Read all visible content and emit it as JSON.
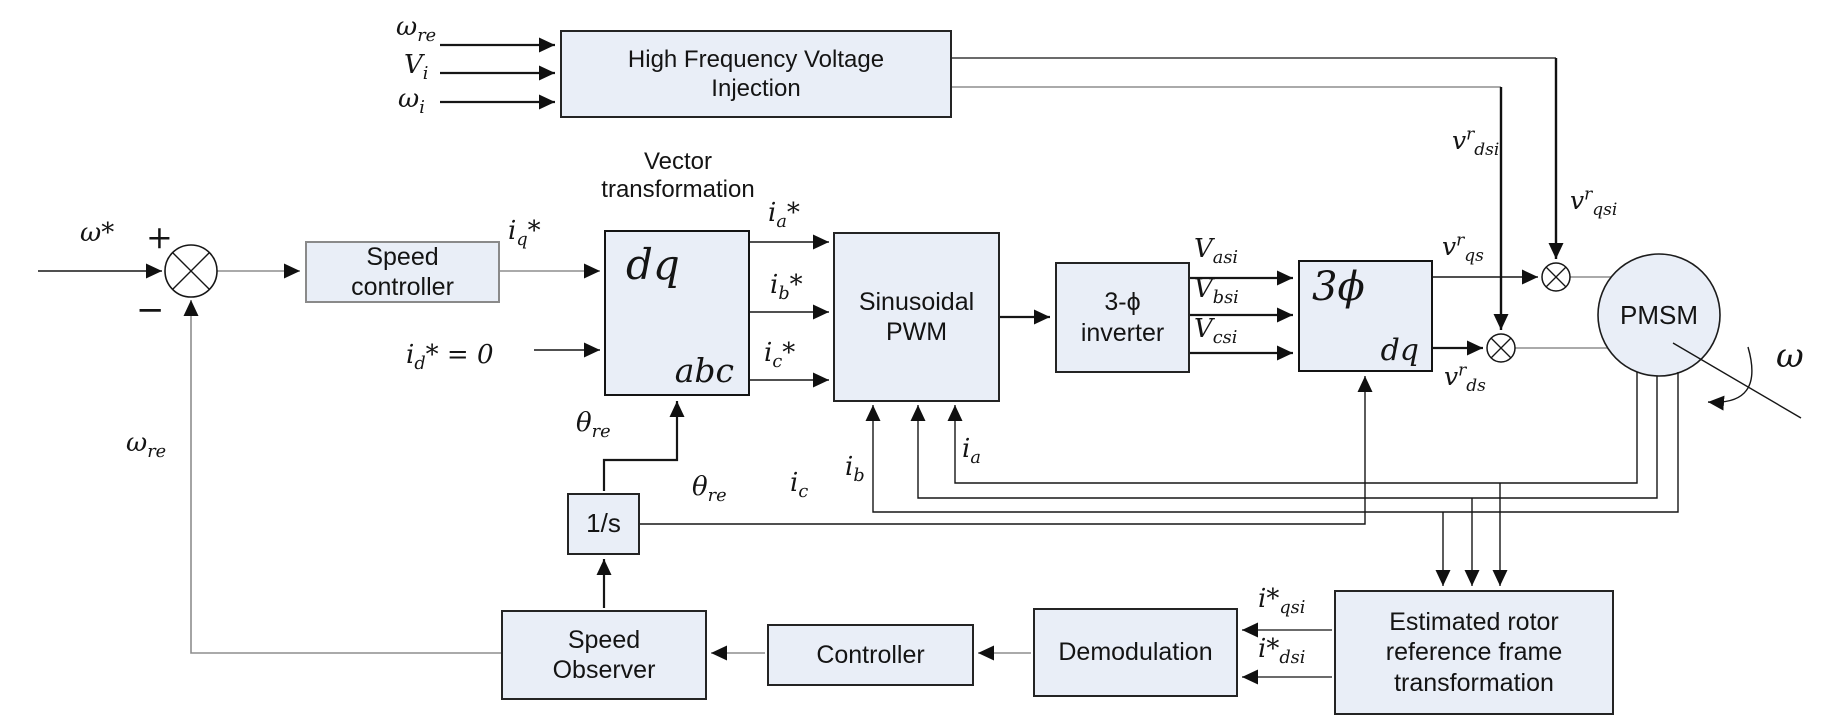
{
  "blocks": {
    "hfvi": "High Frequency Voltage Injection",
    "speed_controller": "Speed controller",
    "sin_pwm": "Sinusoidal PWM",
    "inverter": "3-ϕ inverter",
    "integrator": "1/s",
    "speed_observer": "Speed Observer",
    "controller": "Controller",
    "demodulation": "Demodulation",
    "estimator": "Estimated rotor reference frame transformation",
    "pmsm": "PMSM",
    "dq_abc": {
      "top": "dq",
      "bottom": "abc"
    },
    "abc_dq": {
      "top": "3ϕ",
      "bottom": "dq"
    }
  },
  "annotations": {
    "vector_transformation": "Vector transformation",
    "plus": "+",
    "minus": "−",
    "omega_shaft": "ω"
  },
  "signals": {
    "omega_star": {
      "pre": "ω*"
    },
    "omega_re_in": {
      "pre": "ω",
      "sub": "re"
    },
    "v_i": {
      "pre": "V",
      "sub": "i"
    },
    "omega_i": {
      "pre": "ω",
      "sub": "i"
    },
    "omega_re_fb": {
      "pre": "ω",
      "sub": "re"
    },
    "iq_star": {
      "pre": "i",
      "sub": "q",
      "post": "*"
    },
    "id_star": {
      "pre": "i",
      "sub": "d",
      "post": "* = 0"
    },
    "ia_star": {
      "pre": "i",
      "sub": "a",
      "post": "*"
    },
    "ib_star": {
      "pre": "i",
      "sub": "b",
      "post": "*"
    },
    "ic_star": {
      "pre": "i",
      "sub": "c",
      "post": "*"
    },
    "theta_re_upper": {
      "pre": "θ",
      "sub": "re"
    },
    "theta_re_lower": {
      "pre": "θ",
      "sub": "re"
    },
    "i_a": {
      "pre": "i",
      "sub": "a"
    },
    "i_b": {
      "pre": "i",
      "sub": "b"
    },
    "i_c": {
      "pre": "i",
      "sub": "c"
    },
    "v_asi": {
      "pre": "V",
      "sub": "asi"
    },
    "v_bsi": {
      "pre": "V",
      "sub": "bsi"
    },
    "v_csi": {
      "pre": "V",
      "sub": "csi"
    },
    "vr_qs": {
      "pre": "v",
      "sup": "r",
      "sub": "qs"
    },
    "vr_ds": {
      "pre": "v",
      "sup": "r",
      "sub": "ds"
    },
    "vr_qsi": {
      "pre": "v",
      "sup": "r",
      "sub": "qsi"
    },
    "vr_dsi": {
      "pre": "v",
      "sup": "r",
      "sub": "dsi"
    },
    "i_star_qsi": {
      "pre": "i*",
      "sub": "qsi"
    },
    "i_star_dsi": {
      "pre": "i*",
      "sub": "dsi"
    }
  },
  "colors": {
    "block_fill": "#e9eef7",
    "block_border": "#242424",
    "line_black": "#161616",
    "line_gray": "#8d8d8d"
  }
}
